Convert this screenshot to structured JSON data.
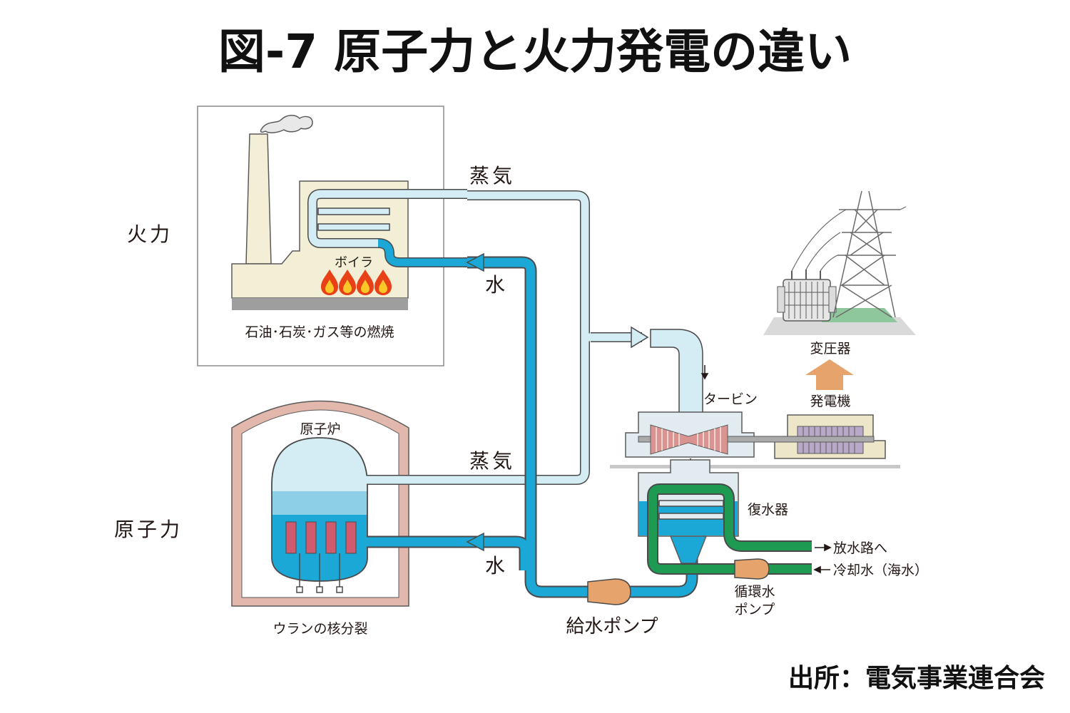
{
  "title": "図-7 原子力と火力発電の違い",
  "labels": {
    "thermal": "火力",
    "nuclear": "原子力",
    "boiler": "ボイラ",
    "thermal_fuel": "石油･石炭･ガス等の燃焼",
    "reactor": "原子炉",
    "uranium": "ウランの核分裂",
    "steam_top": "蒸気",
    "water_top": "水",
    "steam_bottom": "蒸気",
    "water_bottom": "水",
    "turbine": "タービン",
    "generator": "発電機",
    "transformer": "変圧器",
    "condenser": "復水器",
    "discharge": "放水路へ",
    "cooling_water": "冷却水（海水）",
    "circulation_pump_1": "循環水",
    "circulation_pump_2": "ポンプ",
    "feed_pump": "給水ポンプ"
  },
  "source": "出所：電気事業連合会",
  "colors": {
    "steam": "#d4ecf4",
    "water": "#1ba8d6",
    "cooling": "#1e9a52",
    "pipe_outline": "#4a4a4a",
    "building": "#f3efd6",
    "reactor_wall": "#e2b7ac",
    "flame_outer": "#e84118",
    "flame_inner": "#f9c728",
    "pump": "#e6a46c",
    "arrow_up": "#e6a46c",
    "turbine_blades": "#d99491",
    "fuel_rods": "#d05a6e",
    "machine_base": "#e2ecf0",
    "generator_body": "#ede6c8",
    "ground_gray": "#d9d9d9",
    "grass": "#8fc79c"
  }
}
